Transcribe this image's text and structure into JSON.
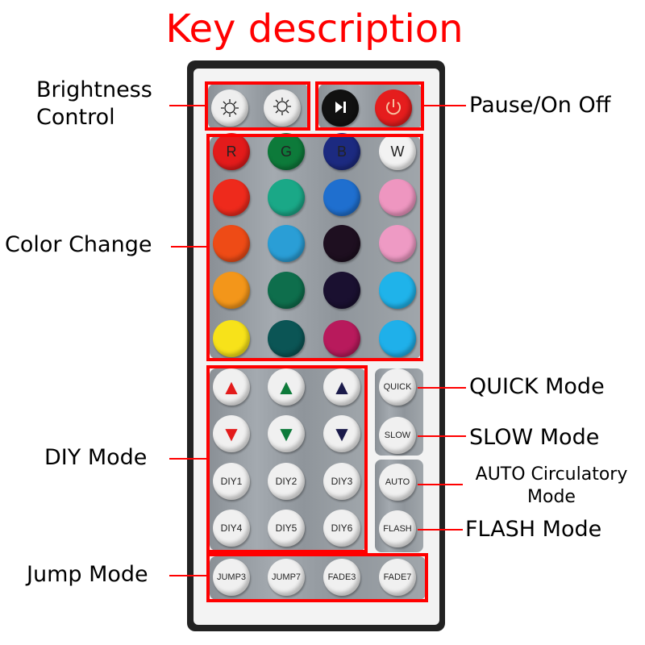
{
  "title": "Key description",
  "annotations": {
    "brightness": [
      "Brightness",
      "Control"
    ],
    "pause_on_off": "Pause/On Off",
    "color_change": "Color Change",
    "diy_mode": "DIY Mode",
    "jump_mode": "Jump Mode",
    "quick_mode": "QUICK Mode",
    "slow_mode": "SLOW Mode",
    "auto_mode": [
      "AUTO Circulatory",
      "Mode"
    ],
    "flash_mode": "FLASH Mode"
  },
  "remote": {
    "brightness_buttons": [
      {
        "icon": "brightness-up-icon",
        "color": "#eeeeee"
      },
      {
        "icon": "brightness-down-icon",
        "color": "#eeeeee"
      }
    ],
    "power_buttons": [
      {
        "icon": "play-pause-icon",
        "color": "#111111"
      },
      {
        "icon": "power-icon",
        "color": "#e51d1d"
      }
    ],
    "color_buttons": [
      {
        "label": "R",
        "color": "#e31b1b"
      },
      {
        "label": "G",
        "color": "#0d7a3a"
      },
      {
        "label": "B",
        "color": "#1c2a80"
      },
      {
        "label": "W",
        "color": "#f2f2f2"
      },
      {
        "label": "",
        "color": "#ee2a1c"
      },
      {
        "label": "",
        "color": "#1aa887"
      },
      {
        "label": "",
        "color": "#1f6fcf"
      },
      {
        "label": "",
        "color": "#ee96c0"
      },
      {
        "label": "",
        "color": "#ee4b16"
      },
      {
        "label": "",
        "color": "#2a9ed6"
      },
      {
        "label": "",
        "color": "#1e0f20"
      },
      {
        "label": "",
        "color": "#ee9ac4"
      },
      {
        "label": "",
        "color": "#f3961a"
      },
      {
        "label": "",
        "color": "#0e6e4c"
      },
      {
        "label": "",
        "color": "#1a1030"
      },
      {
        "label": "",
        "color": "#1fb3ea"
      },
      {
        "label": "",
        "color": "#f7e21a"
      },
      {
        "label": "",
        "color": "#0b5555"
      },
      {
        "label": "",
        "color": "#b81a5c"
      },
      {
        "label": "",
        "color": "#1fb0ea"
      }
    ],
    "diy_buttons": [
      {
        "label": "▲",
        "color": "#e31b1b"
      },
      {
        "label": "▲",
        "color": "#0d7a3a"
      },
      {
        "label": "▲",
        "color": "#1a1a4a"
      },
      {
        "label": "▼",
        "color": "#e31b1b"
      },
      {
        "label": "▼",
        "color": "#0d7a3a"
      },
      {
        "label": "▼",
        "color": "#1a1a4a"
      },
      {
        "label": "DIY1"
      },
      {
        "label": "DIY2"
      },
      {
        "label": "DIY3"
      },
      {
        "label": "DIY4"
      },
      {
        "label": "DIY5"
      },
      {
        "label": "DIY6"
      }
    ],
    "mode_buttons": [
      {
        "label": "QUICK"
      },
      {
        "label": "SLOW"
      },
      {
        "label": "AUTO"
      },
      {
        "label": "FLASH"
      }
    ],
    "jump_buttons": [
      {
        "label": "JUMP3"
      },
      {
        "label": "JUMP7"
      },
      {
        "label": "FADE3"
      },
      {
        "label": "FADE7"
      }
    ]
  },
  "accent": "#ff0000"
}
